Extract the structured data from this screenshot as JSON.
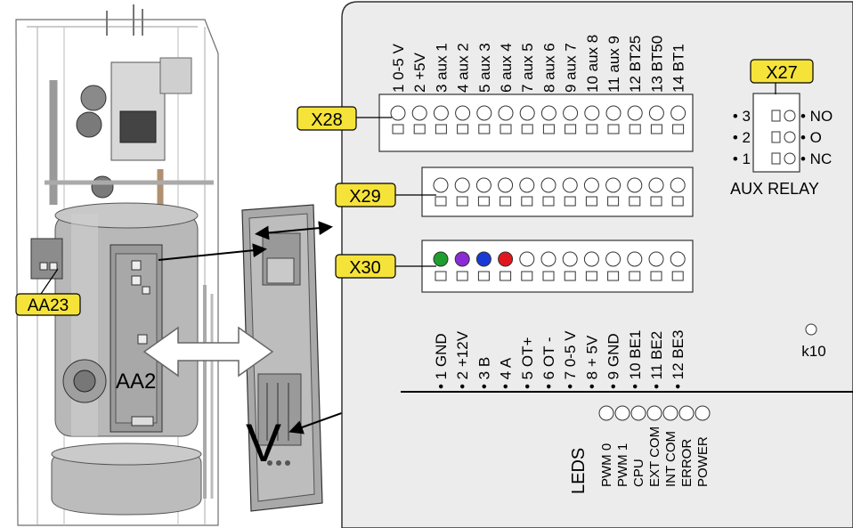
{
  "colors": {
    "board_fill": "#ececec",
    "callout_fill": "#f5e33a",
    "led_green": "#1e9e2e",
    "led_purple": "#8a2bd6",
    "led_blue": "#1a3ad6",
    "led_red": "#e0181e"
  },
  "callouts": {
    "x28": "X28",
    "x29": "X29",
    "x30": "X30",
    "x27": "X27",
    "aa23": "AA23"
  },
  "unit_labels": {
    "aa2": "AA2",
    "v": "V"
  },
  "x28_labels": [
    "1 0-5 V",
    "2 +5V",
    "3 aux 1",
    "4 aux 2",
    "5 aux 3",
    "6 aux 4",
    "7 aux 5",
    "8 aux 6",
    "9 aux 7",
    "10 aux 8",
    "11 aux 9",
    "12 BT25",
    "13 BT50",
    "14 BT1"
  ],
  "x30_labels": [
    "• 1 GND",
    "• 2 +12V",
    "• 3 B",
    "• 4 A",
    "• 5 OT+",
    "• 6 OT -",
    "• 7 0-5 V",
    "• 8 + 5V",
    "• 9 GND",
    "• 10 BE1",
    "• 11 BE2",
    "• 12 BE3"
  ],
  "x30_led_colors": [
    "green",
    "purple",
    "blue",
    "red"
  ],
  "aux_relay": {
    "title": "AUX RELAY",
    "pins": [
      {
        "num": "• 3",
        "name": "NO"
      },
      {
        "num": "• 2",
        "name": "O"
      },
      {
        "num": "• 1",
        "name": "NC"
      }
    ]
  },
  "k10": "k10",
  "leds": {
    "title": "LEDS",
    "items": [
      "PWM 0",
      "PWM 1",
      "CPU",
      "EXT COM",
      "INT COM",
      "ERROR",
      "POWER"
    ]
  }
}
